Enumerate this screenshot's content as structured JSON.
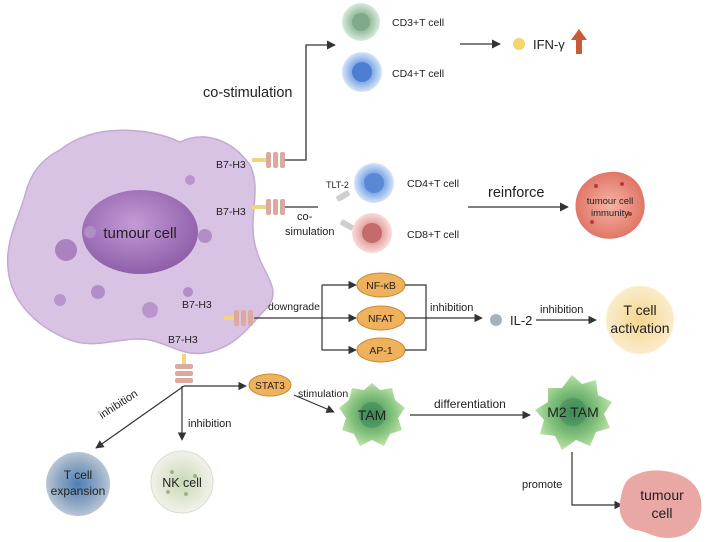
{
  "tumour_cell": {
    "label": "tumour cell"
  },
  "b7h3": {
    "label": "B7-H3"
  },
  "top_branch": {
    "co_stimulation": "co-stimulation",
    "cd3": "CD3+T cell",
    "cd4": "CD4+T cell",
    "ifn": "IFN-γ"
  },
  "mid_branch": {
    "tlt2": "TLT-2",
    "co_sim_line1": "co-",
    "co_sim_line2": "simulation",
    "cd4": "CD4+T cell",
    "cd8": "CD8+T cell",
    "reinforce": "reinforce",
    "immunity_line1": "tumour cell",
    "immunity_line2": "immunity"
  },
  "nf_branch": {
    "downgrade": "downgrade",
    "nfkb": "NF-κB",
    "nfat": "NFAT",
    "ap1": "AP-1",
    "inhibition1": "inhibition",
    "il2": "IL-2",
    "inhibition2": "inhibition",
    "tcell_act_line1": "T cell",
    "tcell_act_line2": "activation"
  },
  "bottom_branch": {
    "stat3": "STAT3",
    "stimulation": "stimulation",
    "tam": "TAM",
    "differentiation": "differentiation",
    "m2tam": "M2 TAM",
    "promote": "promote",
    "tumour_line1": "tumour",
    "tumour_line2": "cell",
    "inhibition_left": "inhibition",
    "inhibition_mid": "inhibition",
    "texp_line1": "T cell",
    "texp_line2": "expansion",
    "nk": "NK cell"
  },
  "colors": {
    "tumour_body": "#d9c3e4",
    "nucleus": "#a77cc0",
    "receptor": "#dba99e",
    "ligand": "#f2d57a",
    "orange_box": "#f0b15c",
    "tam_green": "#8dc77a",
    "arrow": "#333333",
    "ifn_arrow": "#c65a3a",
    "cd3": "#a9cdb3",
    "cd4": "#8fb3e6",
    "cd8": "#eeb5b0",
    "activation": "#f3d89a"
  }
}
